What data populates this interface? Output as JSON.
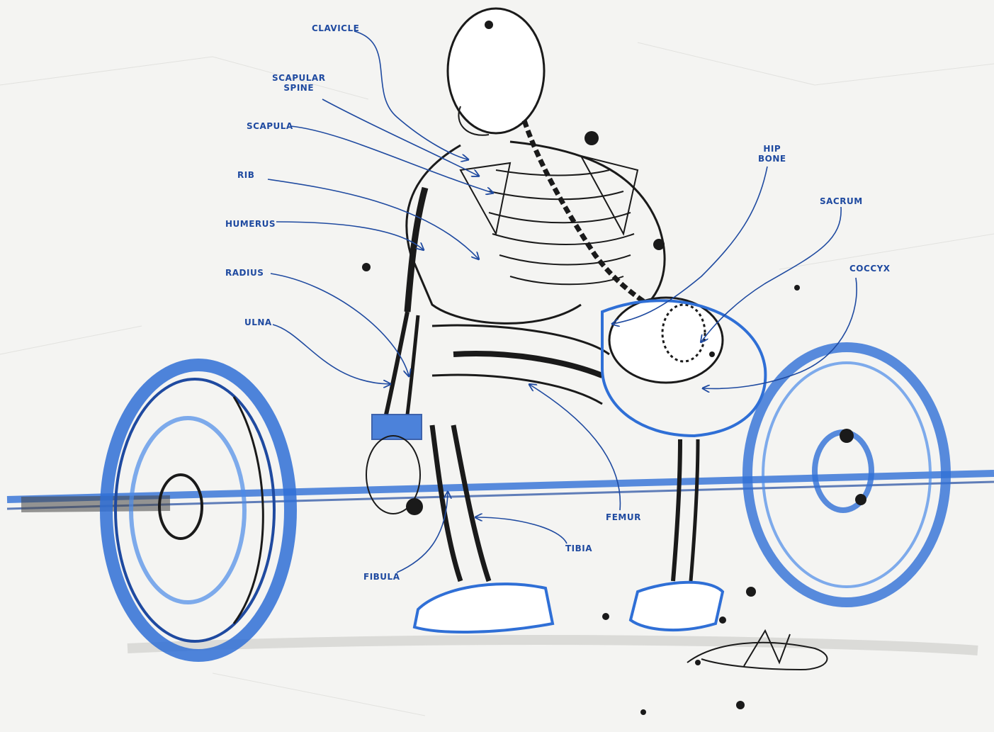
{
  "labels": {
    "clavicle": "CLAVICLE",
    "scapular_spine": "SCAPULAR\nSPINE",
    "scapula": "SCAPULA",
    "rib": "RIB",
    "humerus": "HUMERUS",
    "radius": "RADIUS",
    "ulna": "ULNA",
    "hip_bone": "HIP\nBONE",
    "sacrum": "SACRUM",
    "coccyx": "COCCYX",
    "femur": "FEMUR",
    "tibia": "TIBIA",
    "fibula": "FIBULA"
  },
  "colors": {
    "label": "#1f4aa0",
    "ink_blue": "#2f6fd6",
    "ink_dark": "#1a1a1a",
    "paper": "#f4f4f2"
  },
  "artwork": {
    "signature": "artist signature"
  }
}
